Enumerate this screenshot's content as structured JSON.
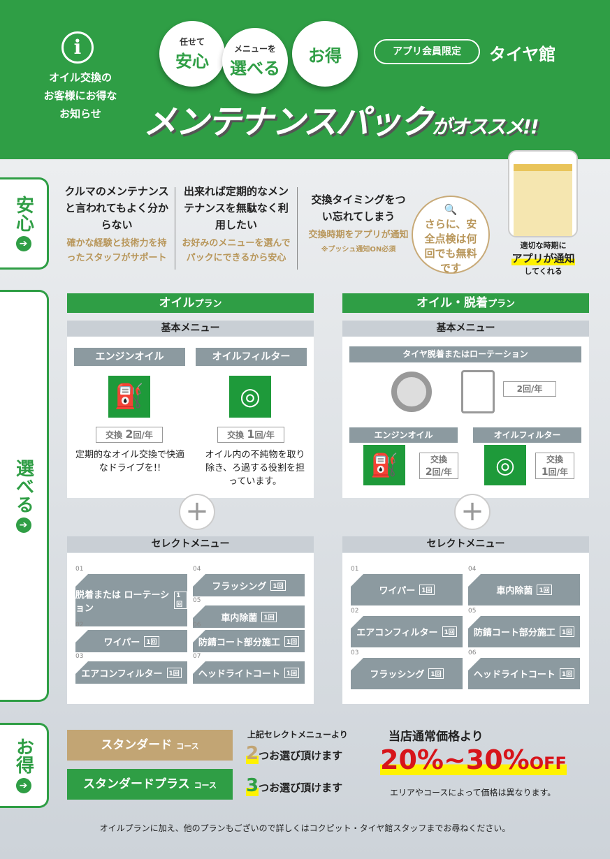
{
  "header": {
    "info_icon": "info-icon",
    "info_text": "オイル交換の\nお客様にお得な\nお知らせ",
    "bubbles": [
      {
        "small": "任せて",
        "big": "安心"
      },
      {
        "small": "メニューを",
        "big": "選べる"
      },
      {
        "small": "",
        "big": "お得"
      }
    ],
    "badge": "アプリ会員限定",
    "brand": "タイヤ館",
    "title": "メンテナンスパック",
    "title_suffix": "がオススメ!!"
  },
  "tabs": {
    "anshin": "安心",
    "eraberu": "選べる",
    "otoku": "お得"
  },
  "anshin": {
    "columns": [
      {
        "q": "クルマのメンテナンスと言われてもよく分からない",
        "a": "確かな経験と技術力を持ったスタッフがサポート"
      },
      {
        "q": "出来れば定期的なメンテナンスを無駄なく利用したい",
        "a": "お好みのメニューを選んでパックにできるから安心"
      },
      {
        "q": "交換タイミングをつい忘れてしまう",
        "a": "交換時期をアプリが通知",
        "note": "※プッシュ通知ON必須"
      }
    ],
    "circle": "さらに、安全点検は何回でも無料です",
    "app_pre": "適切な時期に",
    "app_main": "アプリが通知",
    "app_post": "してくれる"
  },
  "plans": [
    {
      "title": "オイル",
      "title_suffix": "プラン",
      "basic": "基本メニュー",
      "items": [
        {
          "label": "エンジンオイル",
          "freq_pre": "交換",
          "freq_num": "2",
          "freq_unit": "回/年",
          "desc": "定期的なオイル交換で快適なドライブを!!"
        },
        {
          "label": "オイルフィルター",
          "freq_pre": "交換",
          "freq_num": "1",
          "freq_unit": "回/年",
          "desc": "オイル内の不純物を取り除き、ろ過する役割を担っています。"
        }
      ],
      "select": "セレクトメニュー",
      "select_items": [
        {
          "num": "01",
          "label": "脱着または ローテーション",
          "badge": "1回"
        },
        {
          "num": "02",
          "label": "ワイパー",
          "badge": "1回"
        },
        {
          "num": "03",
          "label": "エアコンフィルター",
          "badge": "1回"
        },
        {
          "num": "04",
          "label": "フラッシング",
          "badge": "1回"
        },
        {
          "num": "05",
          "label": "車内除菌",
          "badge": "1回"
        },
        {
          "num": "06",
          "label": "防錆コート部分施工",
          "badge": "1回"
        },
        {
          "num": "07",
          "label": "ヘッドライトコート",
          "badge": "1回"
        }
      ]
    },
    {
      "title": "オイル・脱着",
      "title_suffix": "プラン",
      "basic": "基本メニュー",
      "tire": {
        "label": "タイヤ脱着またはローテーション",
        "freq": "2回/年"
      },
      "items": [
        {
          "label": "エンジンオイル",
          "freq_pre": "交換",
          "freq_num": "2",
          "freq_unit": "回/年"
        },
        {
          "label": "オイルフィルター",
          "freq_pre": "交換",
          "freq_num": "1",
          "freq_unit": "回/年"
        }
      ],
      "select": "セレクトメニュー",
      "select_items": [
        {
          "num": "01",
          "label": "ワイパー",
          "badge": "1回"
        },
        {
          "num": "02",
          "label": "エアコンフィルター",
          "badge": "1回"
        },
        {
          "num": "03",
          "label": "フラッシング",
          "badge": "1回"
        },
        {
          "num": "04",
          "label": "車内除菌",
          "badge": "1回"
        },
        {
          "num": "05",
          "label": "防錆コート部分施工",
          "badge": "1回"
        },
        {
          "num": "06",
          "label": "ヘッドライトコート",
          "badge": "1回"
        }
      ]
    }
  ],
  "otoku": {
    "courses": [
      {
        "label": "スタンダード",
        "suffix": "コース",
        "color": "#c2a574"
      },
      {
        "label": "スタンダードプラス",
        "suffix": "コース",
        "color": "#2f9e45"
      }
    ],
    "lead": "上記セレクトメニューより",
    "choice1_num": "2",
    "choice1": "つお選び頂けます",
    "choice2_num": "3",
    "choice2": "つお選び頂けます",
    "price_lead": "当店通常価格より",
    "discount": "20%~30%",
    "off": "OFF",
    "note": "エリアやコースによって価格は異なります。"
  },
  "footer": "オイルプランに加え、他のプランもございので詳しくはコクピット・タイヤ館スタッフまでお尋ねください。"
}
